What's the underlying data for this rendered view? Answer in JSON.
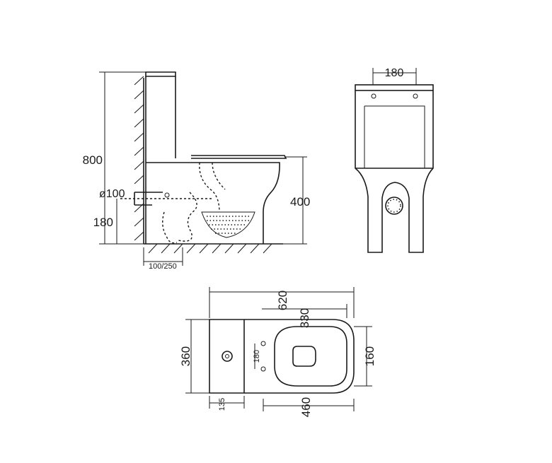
{
  "dimensions": {
    "side_height": "800",
    "pipe_diameter": "ø100",
    "pipe_height": "180",
    "seat_height": "400",
    "wall_offset": "100/250",
    "front_fixing": "180",
    "top_length": "620",
    "bowl_length": "330",
    "width": "360",
    "bowl_width": "160",
    "fix_spacing": "180",
    "tank_depth": "135",
    "base_length": "460"
  },
  "colors": {
    "line": "#1a1a1a",
    "background": "#ffffff"
  }
}
